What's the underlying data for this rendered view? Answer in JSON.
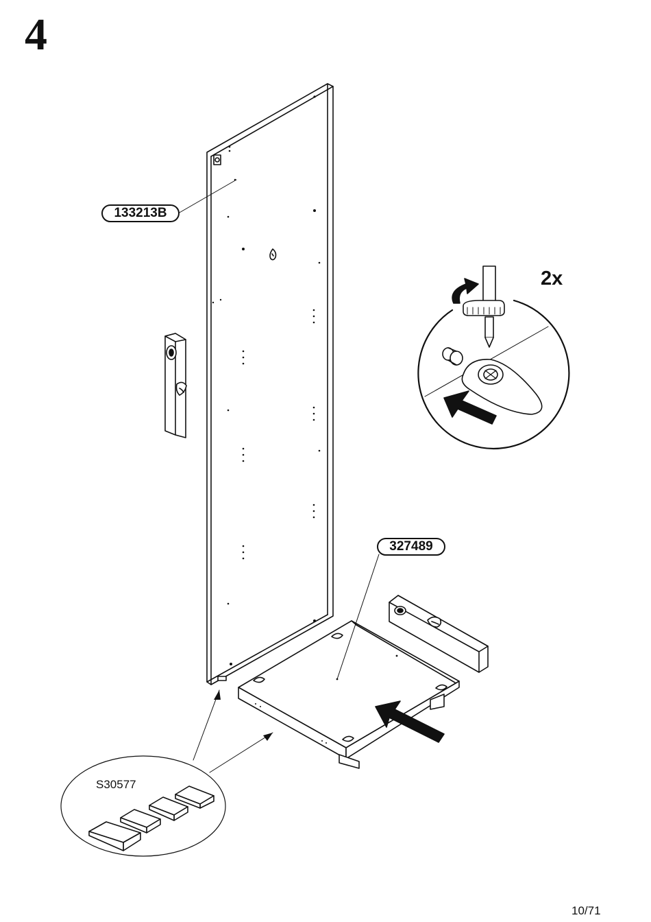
{
  "step": {
    "number": "4"
  },
  "parts": {
    "side_panel": {
      "id": "133213B"
    },
    "bottom_panel": {
      "id": "327489"
    }
  },
  "hardware": {
    "code": "S30577"
  },
  "detail": {
    "quantity": "2x"
  },
  "footer": {
    "page": "10/71"
  },
  "icons": [
    "cam-lock-icon",
    "screwdriver-icon",
    "rotate-arrow-icon",
    "push-arrow-icon",
    "spirit-level-icon",
    "felt-pad-icon"
  ]
}
